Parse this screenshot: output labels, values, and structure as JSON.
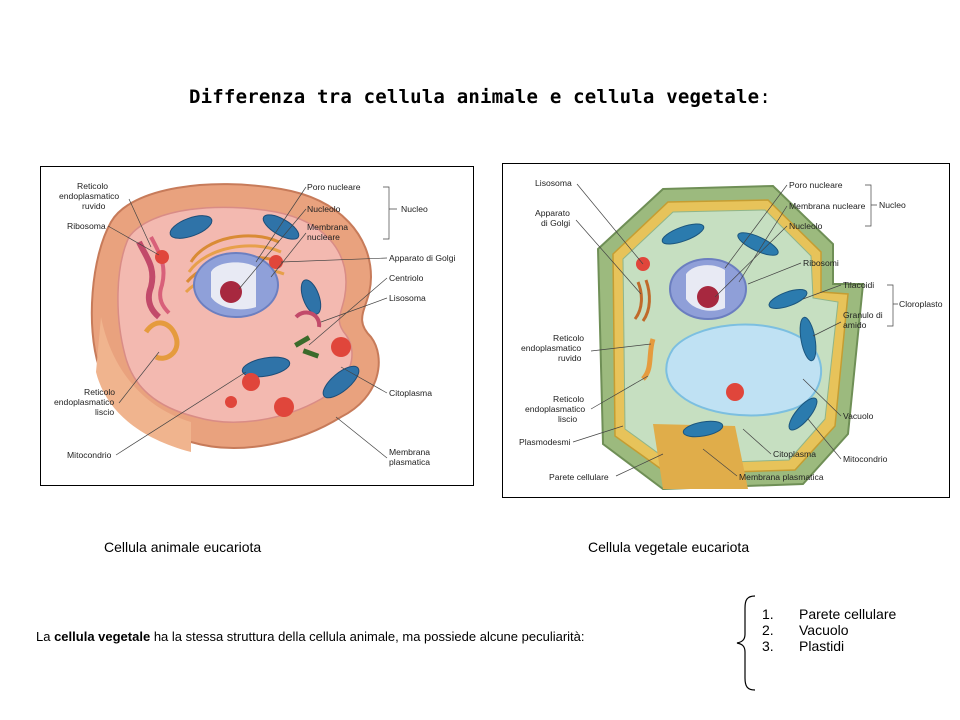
{
  "title": {
    "text": "Differenza tra cellula animale e cellula vegetale",
    "colon": ":"
  },
  "animal_cell": {
    "caption": "Cellula animale eucariota",
    "labels": {
      "reticolo_ruvido_1": "Reticolo",
      "reticolo_ruvido_2": "endoplasmatico",
      "reticolo_ruvido_3": "ruvido",
      "ribosoma": "Ribosoma",
      "reticolo_liscio_1": "Reticolo",
      "reticolo_liscio_2": "endoplasmatico",
      "reticolo_liscio_3": "liscio",
      "mitocondrio": "Mitocondrio",
      "poro_nucleare": "Poro nucleare",
      "nucleolo": "Nucleolo",
      "membrana_nucleare_1": "Membrana",
      "membrana_nucleare_2": "nucleare",
      "nucleo": "Nucleo",
      "apparato_golgi": "Apparato di Golgi",
      "centriolo": "Centriolo",
      "lisosoma": "Lisosoma",
      "citoplasma": "Citoplasma",
      "membrana_plasmatica_1": "Membrana",
      "membrana_plasmatica_2": "plasmatica"
    }
  },
  "plant_cell": {
    "caption": "Cellula vegetale eucariota",
    "labels": {
      "lisosoma": "Lisosoma",
      "apparato_1": "Apparato",
      "apparato_2": "di Golgi",
      "reticolo_ruvido_1": "Reticolo",
      "reticolo_ruvido_2": "endoplasmatico",
      "reticolo_ruvido_3": "ruvido",
      "reticolo_liscio_1": "Reticolo",
      "reticolo_liscio_2": "endoplasmatico",
      "reticolo_liscio_3": "liscio",
      "plasmodesmi": "Plasmodesmi",
      "parete_cellulare": "Parete cellulare",
      "poro_nucleare": "Poro nucleare",
      "membrana_nucleare": "Membrana nucleare",
      "nucleolo": "Nucleolo",
      "nucleo": "Nucleo",
      "ribosomi": "Ribosomi",
      "tilacoidi": "Tilacoidi",
      "granulo_1": "Granulo di",
      "granulo_2": "amido",
      "cloroplasto": "Cloroplasto",
      "vacuolo": "Vacuolo",
      "citoplasma": "Citoplasma",
      "mitocondrio": "Mitocondrio",
      "membrana_plasmatica": "Membrana plasmatica"
    }
  },
  "description": {
    "prefix": "La ",
    "bold": "cellula vegetale",
    "suffix": " ha la stessa struttura della cellula animale, ma possiede alcune peculiarità:"
  },
  "peculiarities": [
    {
      "num": "1.",
      "text": "Parete cellulare"
    },
    {
      "num": "2.",
      "text": "Vacuolo"
    },
    {
      "num": "3.",
      "text": "Plastidi"
    }
  ]
}
